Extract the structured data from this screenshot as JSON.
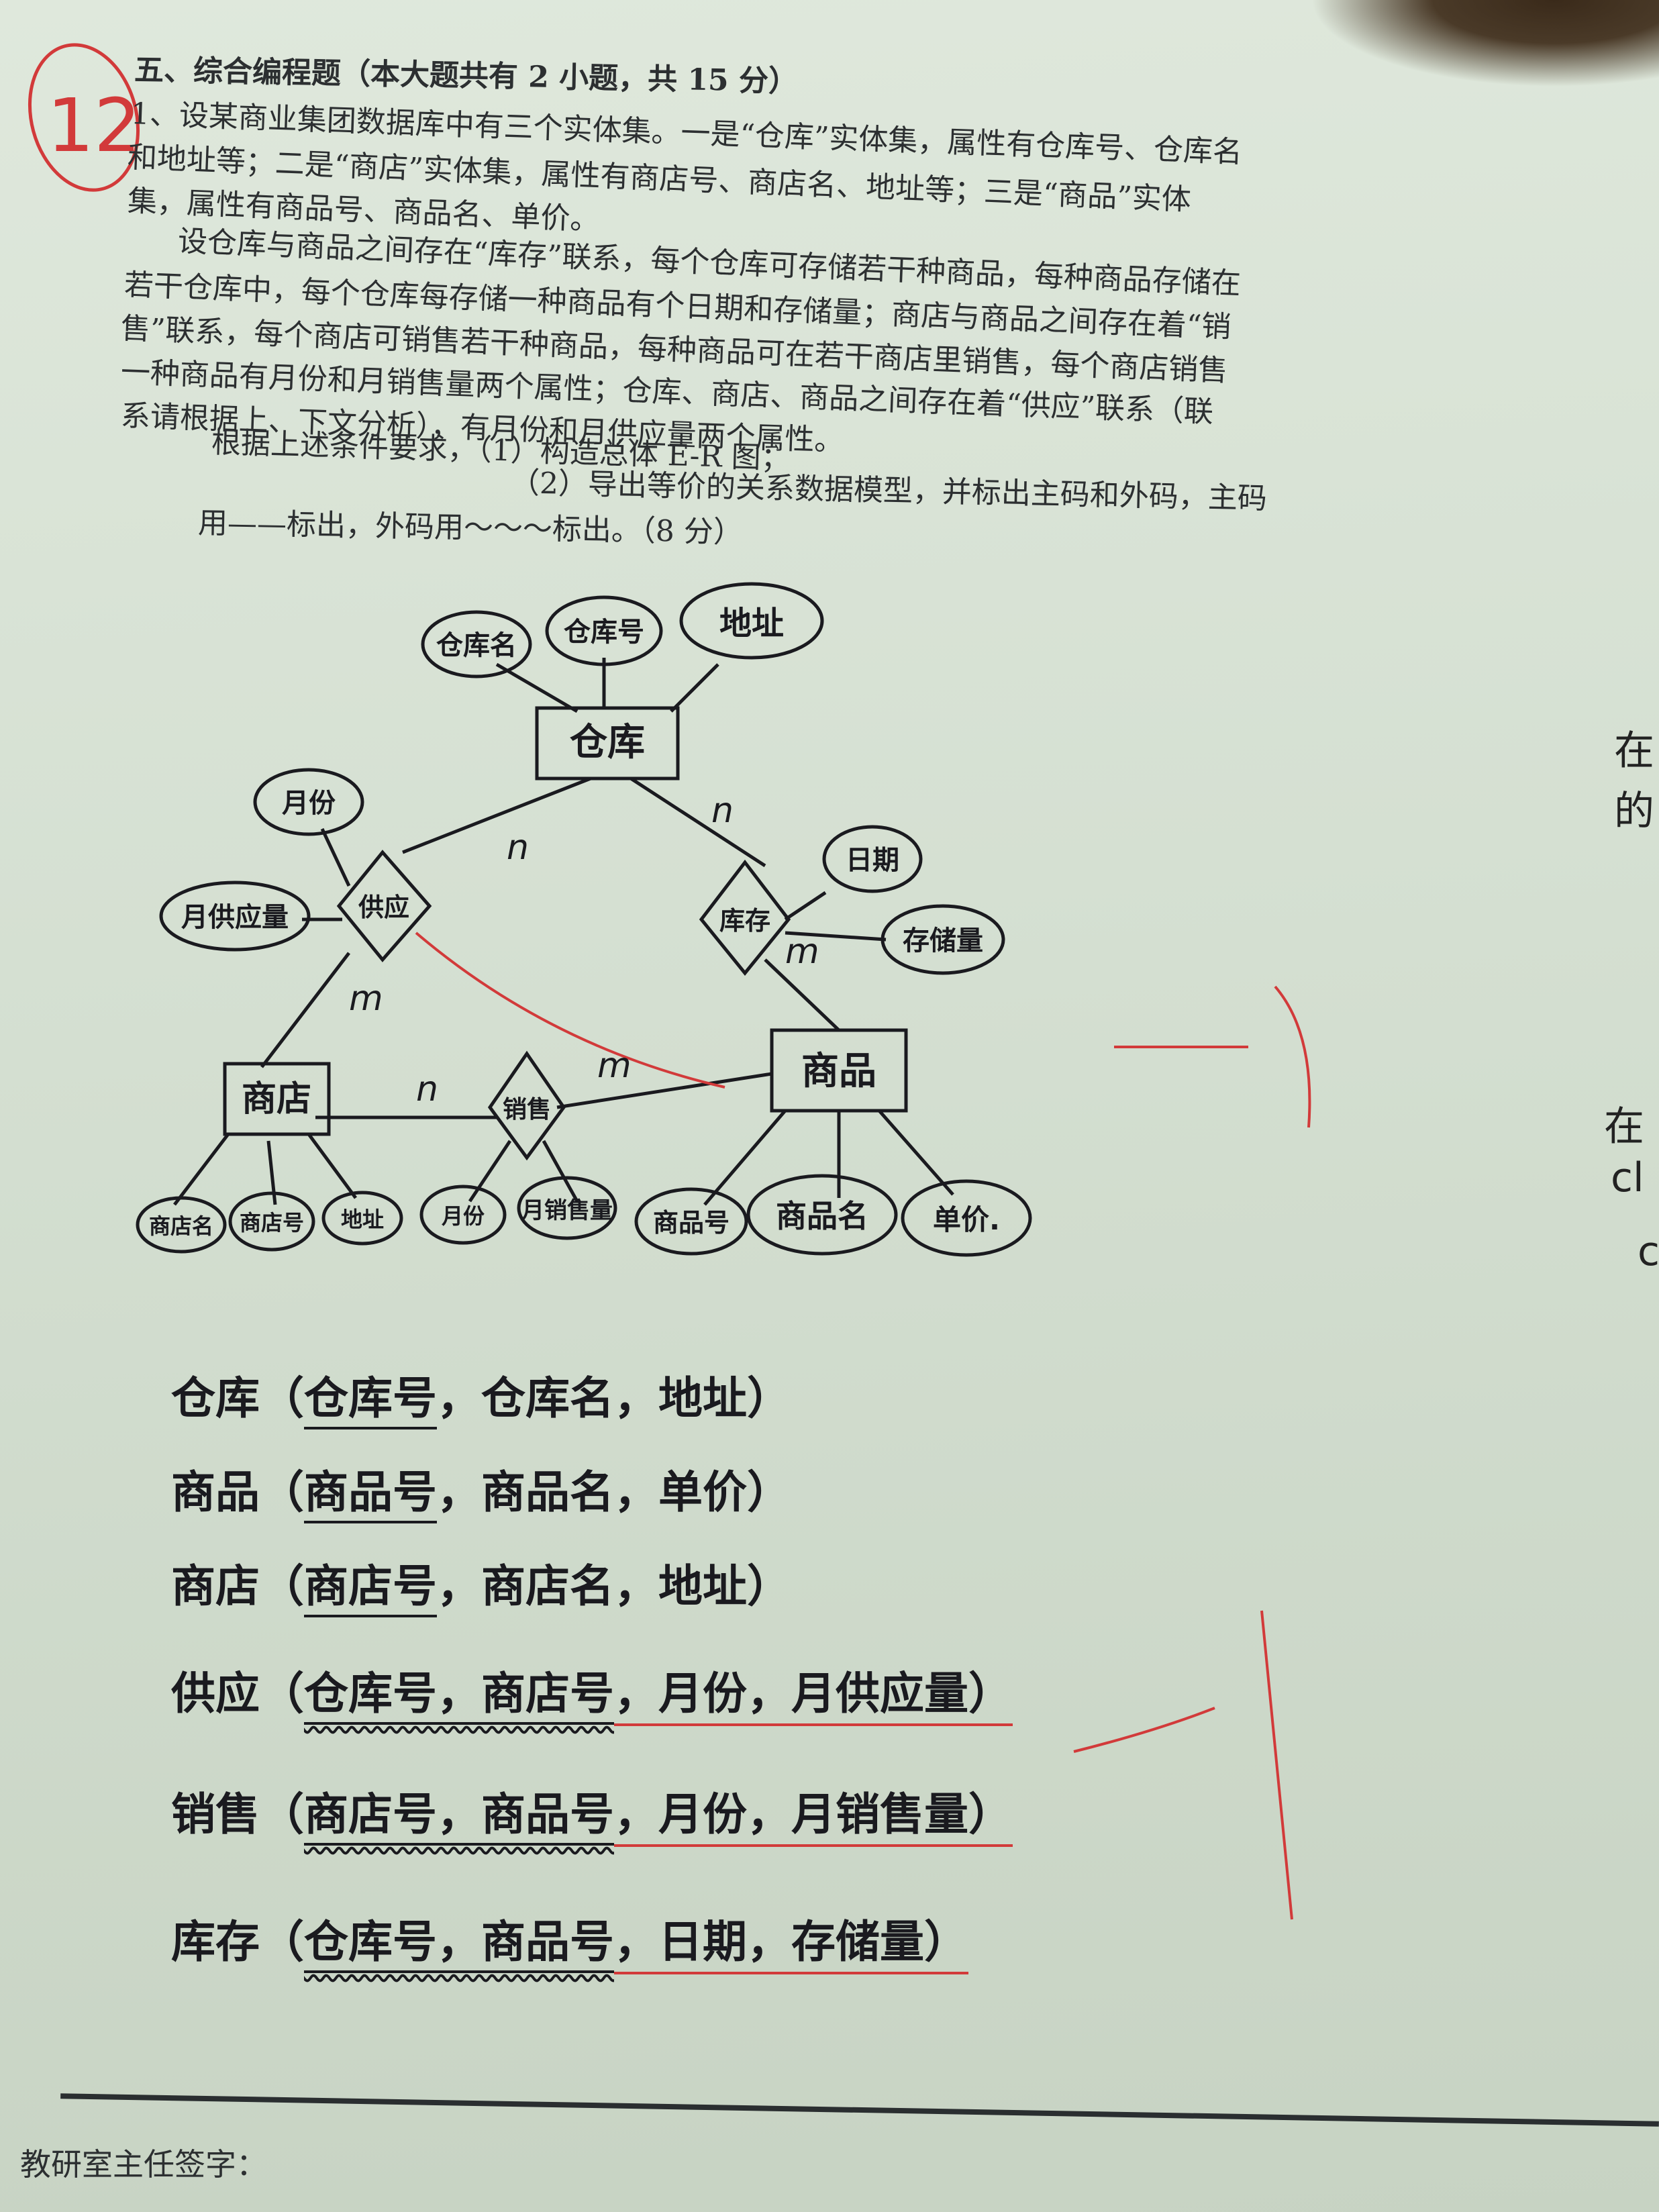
{
  "header": {
    "section_title": "五、综合编程题（本大题共有 2 小题，共 15 分）",
    "grade_mark": "12"
  },
  "question": {
    "lines": [
      "1、设某商业集团数据库中有三个实体集。一是“仓库”实体集，属性有仓库号、仓库名",
      "和地址等；二是“商店”实体集，属性有商店号、商店名、地址等；三是“商品”实体",
      "集，属性有商品号、商品名、单价。",
      "设仓库与商品之间存在“库存”联系，每个仓库可存储若干种商品，每种商品存储在",
      "若干仓库中，每个仓库每存储一种商品有个日期和存储量；商店与商品之间存在着“销",
      "售”联系，每个商店可销售若干种商品，每种商品可在若干商店里销售，每个商店销售",
      "一种商品有月份和月销售量两个属性；仓库、商店、商品之间存在着“供应”联系（联",
      "系请根据上、下文分析），有月份和月供应量两个属性。",
      "根据上述条件要求，（1）构造总体 E-R 图；",
      "（2）导出等价的关系数据模型，并标出主码和外码，主码",
      "用——标出，外码用～～～标出。（8 分）"
    ]
  },
  "er_diagram": {
    "entities": {
      "warehouse": "仓库",
      "goods": "商品",
      "store": "商店"
    },
    "relationships": {
      "supply": "供应",
      "stock": "库存",
      "sale": "销售"
    },
    "attributes": {
      "warehouse": [
        "仓库名",
        "仓库号",
        "地址"
      ],
      "supply": [
        "月份",
        "月供应量"
      ],
      "stock": [
        "日期",
        "存储量"
      ],
      "store": [
        "商店名",
        "商店号",
        "地址"
      ],
      "sale": [
        "月份",
        "月销售量"
      ],
      "goods": [
        "商品号",
        "商品名",
        "单价."
      ]
    },
    "cardinalities": {
      "supply_warehouse": "n",
      "supply_store": "m",
      "stock_warehouse": "n",
      "stock_goods": "m",
      "sale_store": "n",
      "sale_goods": "m"
    }
  },
  "relations": [
    {
      "name": "仓库",
      "pk": "仓库号",
      "rest": "，仓库名，地址）"
    },
    {
      "name": "商品",
      "pk": "商品号",
      "rest": "，商品名，单价）"
    },
    {
      "name": "商店",
      "pk": "商店号",
      "rest": "，商店名，地址）"
    },
    {
      "name": "供应",
      "pk": "仓库号，商店号",
      "rest": "，月份，月供应量）"
    },
    {
      "name": "销售",
      "pk": "商店号，商品号",
      "rest": "，月份，月销售量）"
    },
    {
      "name": "库存",
      "pk": "仓库号，商品号",
      "rest": "，日期，存储量）"
    }
  ],
  "margin_notes": [
    "在",
    "的",
    "在",
    "cl",
    "c"
  ],
  "footer": {
    "signature_label": "教研室主任签字："
  },
  "colors": {
    "ink": "#1a1a1f",
    "print": "#2c2f31",
    "red_pen": "#d23a3a",
    "paper": "#dfe8dc"
  }
}
